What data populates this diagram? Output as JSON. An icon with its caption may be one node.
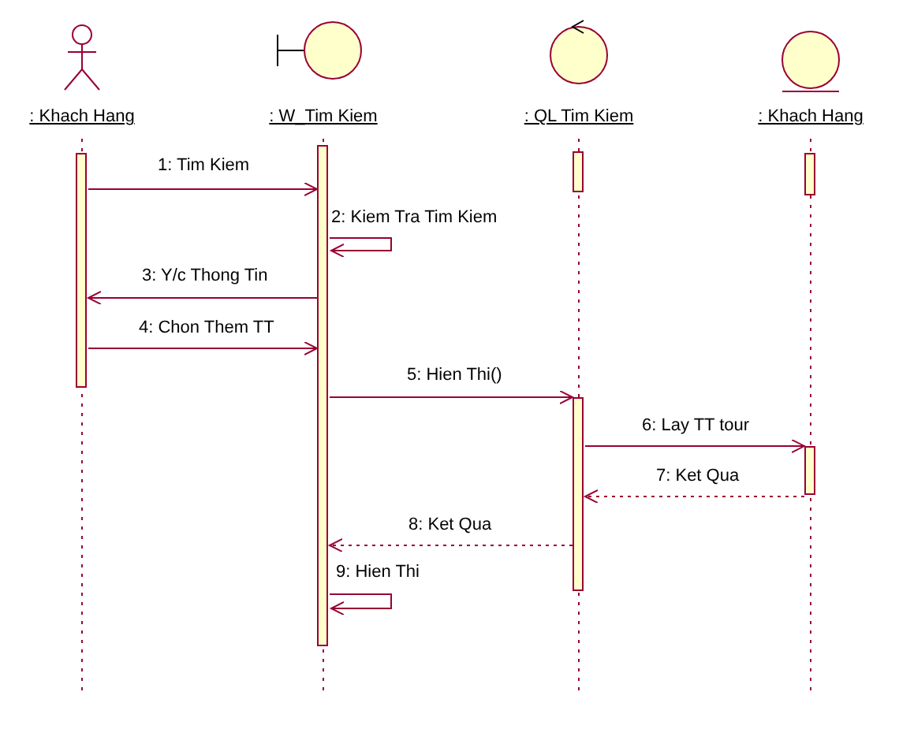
{
  "diagram": {
    "nodes": [
      {
        "text": [
          ": Khach Hang"
        ]
      },
      {
        "text": [
          ": W_Tim Kiem"
        ]
      },
      {
        "text": [
          ": QL Tim Kiem"
        ]
      },
      {
        "text": [
          ": Khach Hang"
        ]
      },
      {
        "text": [],
        "shape": "bar"
      },
      {
        "text": [],
        "shape": "bar"
      },
      {
        "text": [],
        "shape": "bar"
      },
      {
        "text": [],
        "shape": "bar"
      },
      {
        "text": [],
        "shape": "bar"
      },
      {
        "text": [],
        "shape": "bar"
      }
    ],
    "edges": [
      {
        "from": 4,
        "to": 5,
        "arrow": "to",
        "label": "1: Tim Kiem"
      },
      {
        "from": 5,
        "to": 5,
        "arrow": "to",
        "label": "2: Kiem Tra Tim Kiem"
      },
      {
        "from": 5,
        "to": 4,
        "arrow": "to",
        "label": "3: Y/c Thong Tin"
      },
      {
        "from": 4,
        "to": 5,
        "arrow": "to",
        "label": "4: Chon Them TT"
      },
      {
        "from": 5,
        "to": 7,
        "arrow": "to",
        "label": "5: Hien Thi()"
      },
      {
        "from": 7,
        "to": 9,
        "arrow": "to",
        "label": "6: Lay TT tour"
      },
      {
        "from": 9,
        "to": 7,
        "arrow": "to",
        "label": "7: Ket Qua",
        "style": "dashed"
      },
      {
        "from": 7,
        "to": 5,
        "arrow": "to",
        "label": "8: Ket Qua",
        "style": "dashed"
      },
      {
        "from": 5,
        "to": 5,
        "arrow": "to",
        "label": "9: Hien Thi"
      }
    ]
  }
}
